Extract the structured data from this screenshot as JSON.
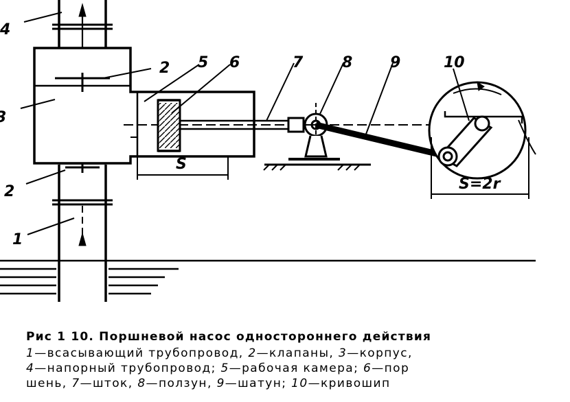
{
  "labels": {
    "l1": "1",
    "l2a": "2",
    "l2b": "2",
    "l3": "3",
    "l4": "4",
    "l5": "5",
    "l6": "6",
    "l7": "7",
    "l8": "8",
    "l9": "9",
    "l10": "10",
    "stroke": "S",
    "stroke_eq": "S=2r"
  },
  "caption": {
    "title": "Рис  1 10.  Поршневой  насос  одностороннего  действия",
    "lines": [
      [
        {
          "n": "1",
          "t": "—всасывающий  трубопровод,  "
        },
        {
          "n": "2",
          "t": "—клапаны,  "
        },
        {
          "n": "3",
          "t": "—корпус,"
        }
      ],
      [
        {
          "n": "4",
          "t": "—напорный  трубопровод;  "
        },
        {
          "n": "5",
          "t": "—рабочая  камера;  "
        },
        {
          "n": "6",
          "t": "—пор"
        }
      ],
      [
        {
          "n": "",
          "t": "шень,  "
        },
        {
          "n": "7",
          "t": "—шток,  "
        },
        {
          "n": "8",
          "t": "—ползун,  "
        },
        {
          "n": "9",
          "t": "—шатун;  "
        },
        {
          "n": "10",
          "t": "—кривошип"
        }
      ]
    ]
  }
}
